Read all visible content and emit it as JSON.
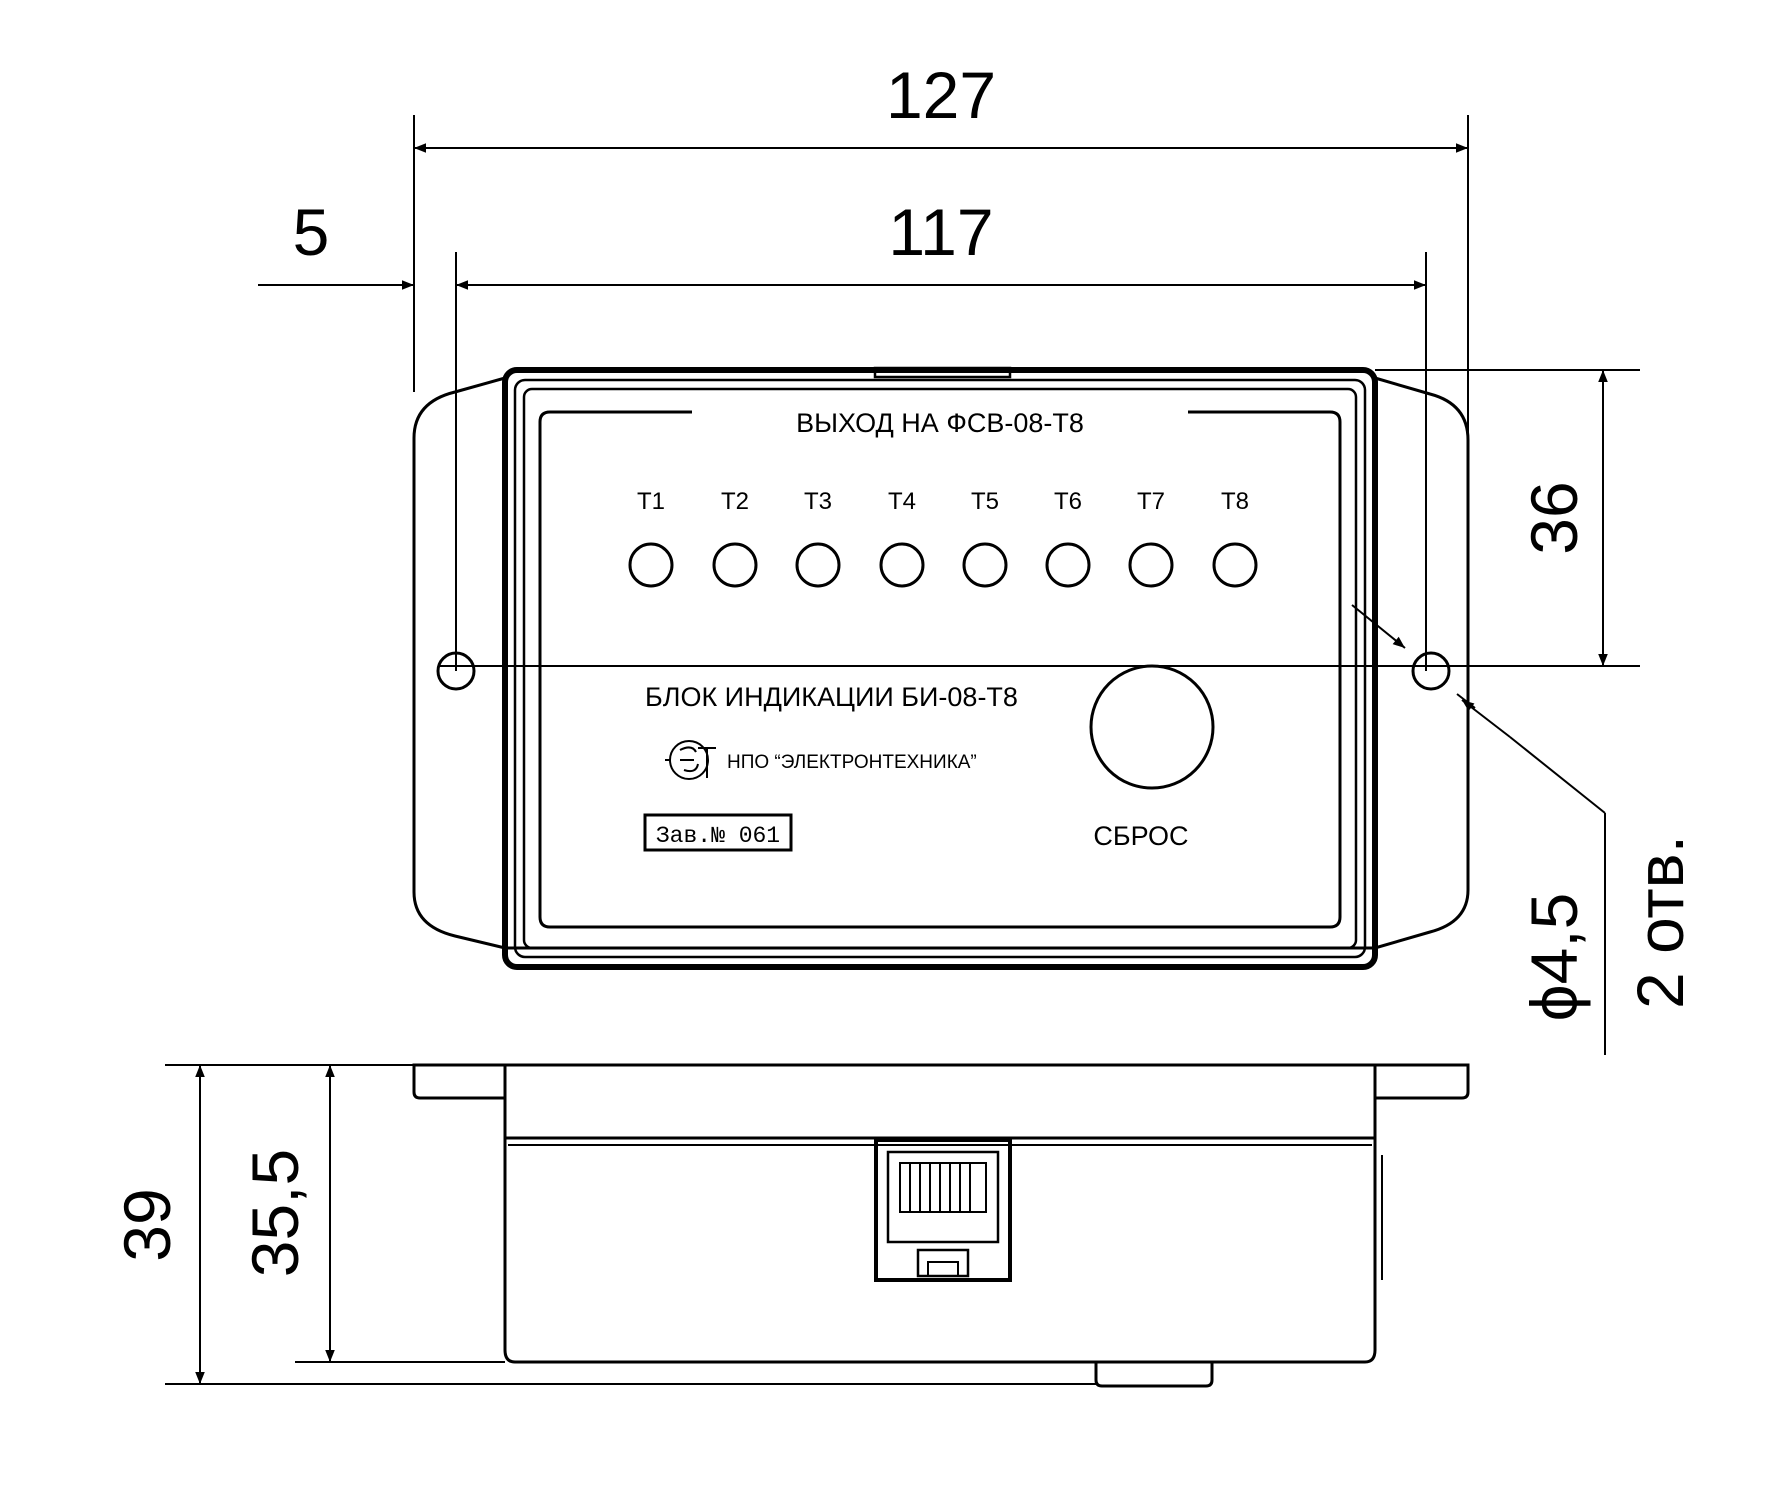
{
  "dimensions": {
    "overall_width": "127",
    "hole_spacing": "117",
    "hole_offset": "5",
    "panel_height": "36",
    "hole_diameter": "ϕ4,5",
    "hole_count": "2 отв.",
    "total_height": "39",
    "body_height": "35,5"
  },
  "panel": {
    "output_label": "ВЫХОД НА ФСВ-08-Т8",
    "channels": [
      "Т1",
      "Т2",
      "Т3",
      "Т4",
      "Т5",
      "Т6",
      "Т7",
      "Т8"
    ],
    "device_name": "БЛОК ИНДИКАЦИИ БИ-08-Т8",
    "manufacturer": "НПО “ЭЛЕКТРОНТЕХНИКА”",
    "serial": "Зав.№ 061",
    "reset_label": "СБРОС"
  },
  "colors": {
    "line": "#000000",
    "background": "#ffffff"
  },
  "icons": {
    "logo": "electrontechnika-logo-icon"
  }
}
